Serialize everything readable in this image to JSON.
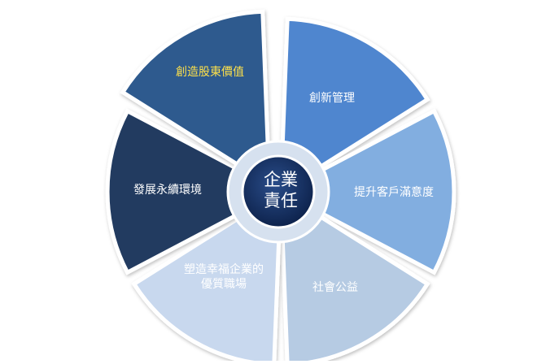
{
  "center": {
    "line1": "企業",
    "line2": "責任",
    "fill": "#0f2a5c"
  },
  "segments": [
    {
      "id": "innovation-management",
      "lines": [
        "創新管理"
      ],
      "fill": "#4f86cf",
      "text_color": "#ffffff",
      "exploded": false
    },
    {
      "id": "customer-satisfaction",
      "lines": [
        "提升客戶滿意度"
      ],
      "fill": "#82aee0",
      "text_color": "#ffffff",
      "exploded": false
    },
    {
      "id": "social-welfare",
      "lines": [
        "社會公益"
      ],
      "fill": "#b6cbe3",
      "text_color": "#ffffff",
      "exploded": false
    },
    {
      "id": "happy-workplace",
      "lines": [
        "塑造幸福企業的",
        "優質職場"
      ],
      "fill": "#c8d8ee",
      "text_color": "#ffffff",
      "exploded": false
    },
    {
      "id": "sustainable-environment",
      "lines": [
        "發展永續環境"
      ],
      "fill": "#213a60",
      "text_color": "#ffffff",
      "exploded": false
    },
    {
      "id": "shareholder-value",
      "lines": [
        "創造股東價值"
      ],
      "fill": "#2f5a8e",
      "text_color": "#ffe14a",
      "exploded": true
    }
  ]
}
